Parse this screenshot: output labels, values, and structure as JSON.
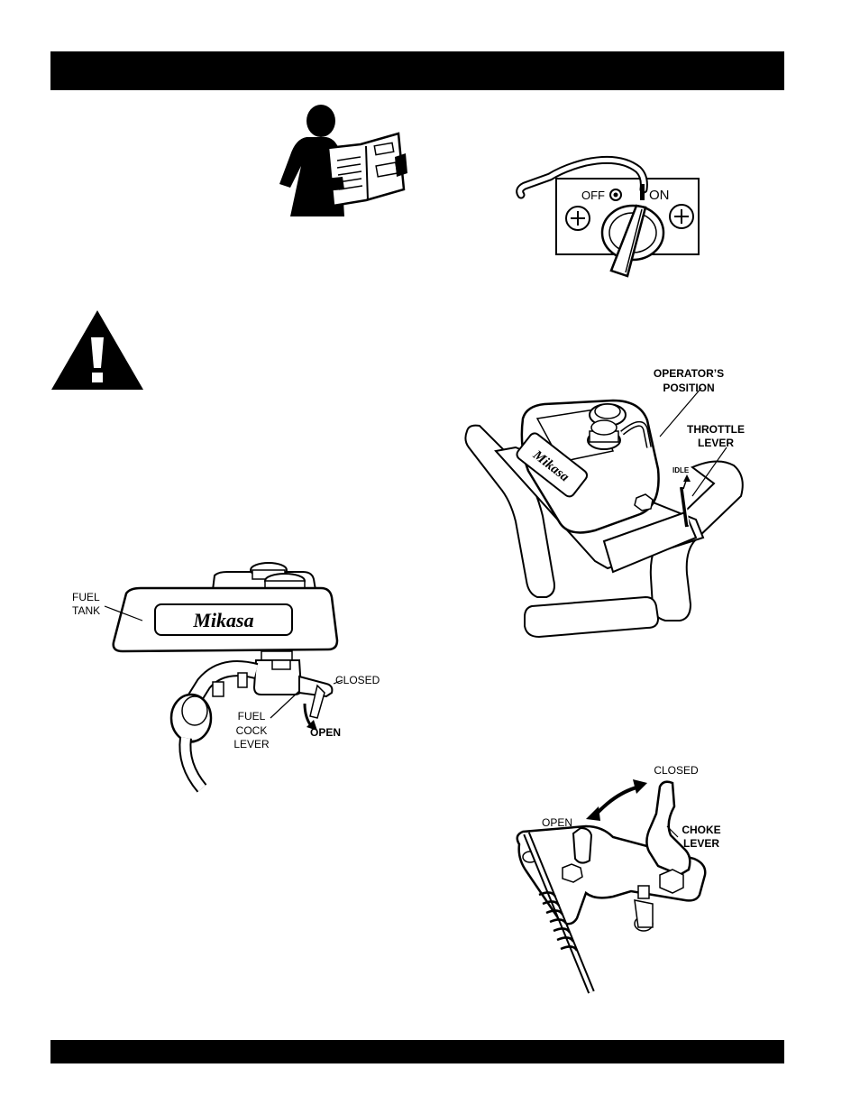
{
  "switch_figure": {
    "off_label": "OFF",
    "on_label": "ON"
  },
  "throttle_figure": {
    "operator_position_line1": "OPERATOR’S",
    "operator_position_line2": "POSITION",
    "throttle_lever_line1": "THROTTLE",
    "throttle_lever_line2": "LEVER",
    "idle_label": "IDLE",
    "brand_logo": "Mikasa"
  },
  "fuel_figure": {
    "fuel_tank_line1": "FUEL",
    "fuel_tank_line2": "TANK",
    "closed_label": "CLOSED",
    "fuel_cock_line1": "FUEL",
    "fuel_cock_line2": "COCK",
    "fuel_cock_line3": "LEVER",
    "open_label": "OPEN",
    "brand_logo": "Mikasa"
  },
  "choke_figure": {
    "closed_label": "CLOSED",
    "open_label": "OPEN",
    "choke_lever_line1": "CHOKE",
    "choke_lever_line2": "LEVER"
  }
}
